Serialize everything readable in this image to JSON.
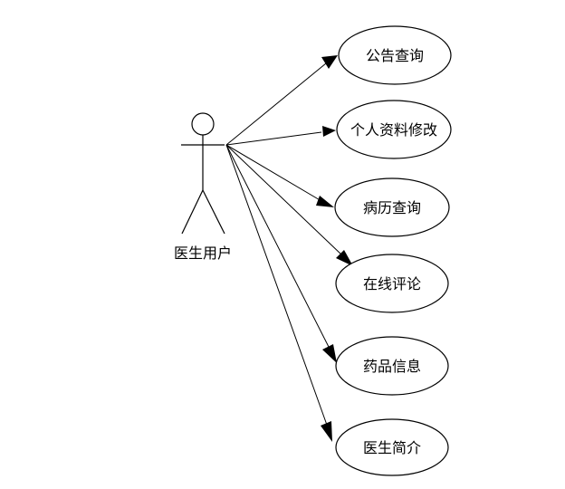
{
  "actor": {
    "label": "医生用户"
  },
  "use_cases": [
    {
      "id": "announcement-query",
      "label": "公告查询"
    },
    {
      "id": "profile-edit",
      "label": "个人资料修改"
    },
    {
      "id": "medical-record-query",
      "label": "病历查询"
    },
    {
      "id": "online-comment",
      "label": "在线评论"
    },
    {
      "id": "drug-info",
      "label": "药品信息"
    },
    {
      "id": "doctor-intro",
      "label": "医生简介"
    }
  ],
  "colors": {
    "stroke": "#000000",
    "background": "#ffffff"
  }
}
